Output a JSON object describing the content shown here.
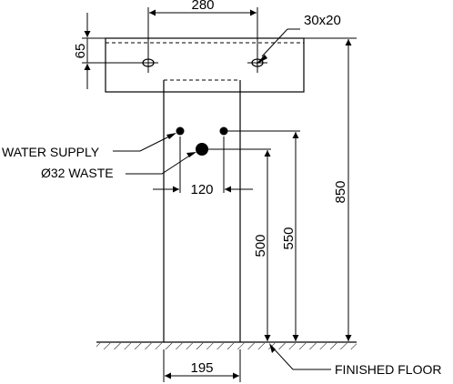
{
  "dimensions": {
    "top_width": "280",
    "bracket_offset": "65",
    "bracket_size": "30x20",
    "overall_height": "850",
    "supply_height": "550",
    "waste_height": "500",
    "pipe_spacing": "120",
    "pedestal_width": "195"
  },
  "labels": {
    "water_supply": "WATER SUPPLY",
    "waste": "Ø32 WASTE",
    "finished_floor": "FINISHED FLOOR"
  }
}
